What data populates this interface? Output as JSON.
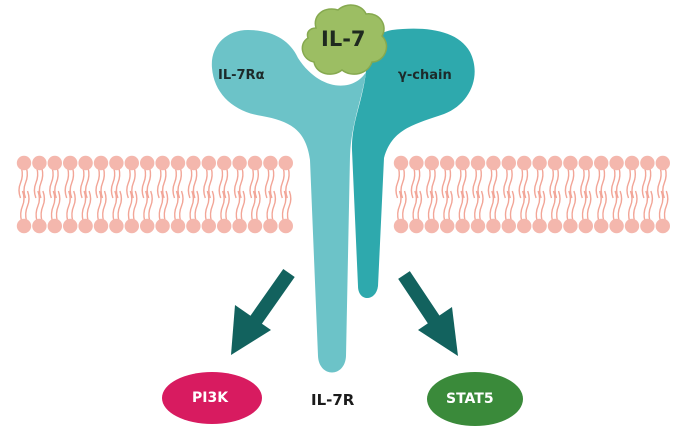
{
  "ligand": {
    "label": "IL-7",
    "color": "#9cbe63"
  },
  "receptor": {
    "alpha_label": "IL-7Rα",
    "gamma_label": "γ-chain",
    "name": "IL-7R",
    "alpha_color": "#6cc3c8",
    "gamma_color": "#2ea9ad"
  },
  "membrane": {
    "head_color": "#f4b7ad",
    "tail_color": "#f2a597"
  },
  "pathways": [
    {
      "label": "PI3K",
      "color": "#d81b60"
    },
    {
      "label": "STAT5",
      "color": "#3a8a3a"
    }
  ],
  "arrow_color": "#12625e"
}
